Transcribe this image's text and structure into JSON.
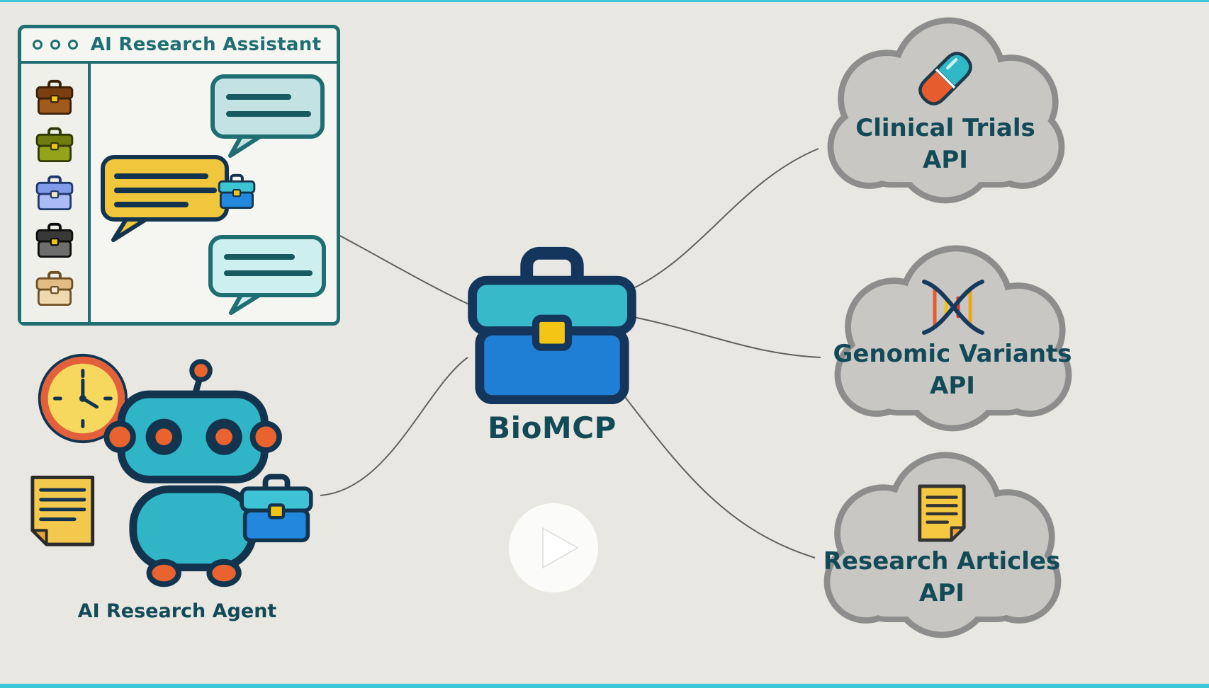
{
  "colors": {
    "bg": "#e9e7e2",
    "edge": "#3cc6d8",
    "label": "#134a57",
    "windowBorder": "#1e6e72",
    "connector": "#4a4a4a",
    "cloudFill": "#c8c7c4",
    "cloudEdge": "#8d8d8d",
    "navy": "#13344f",
    "robotTeal": "#2fb5c5",
    "orange": "#e8632e",
    "yellow": "#f2c94c",
    "bubbleTeal": "#c2e2e4"
  },
  "assistant_window": {
    "title": "AI Research Assistant",
    "sidebar_items": [
      {
        "name": "briefcase-brown-icon",
        "lid": "#7a3f10",
        "body": "#a05a1c",
        "clasp": "#f2c514",
        "outline": "#3a2008"
      },
      {
        "name": "briefcase-olive-icon",
        "lid": "#6f7d0e",
        "body": "#93a31a",
        "clasp": "#f2c514",
        "outline": "#2f3a05"
      },
      {
        "name": "briefcase-periwinkle-icon",
        "lid": "#7f9bea",
        "body": "#a9bcf5",
        "clasp": "#f2e9c0",
        "outline": "#23386e"
      },
      {
        "name": "briefcase-black-icon",
        "lid": "#383838",
        "body": "#6e6e6e",
        "clasp": "#f2c514",
        "outline": "#0e0e0e"
      },
      {
        "name": "briefcase-tan-icon",
        "lid": "#e2bd85",
        "body": "#f0d9b0",
        "clasp": "#f7ead0",
        "outline": "#6e5226"
      }
    ]
  },
  "bubble_briefcase": {
    "lid": "#3ec3d4",
    "body": "#2288dd",
    "clasp": "#f2c514",
    "outline": "#13344f"
  },
  "agent": {
    "label": "AI Research Agent",
    "briefcase": {
      "lid": "#3ec3d4",
      "body": "#2288dd",
      "clasp": "#f2c514",
      "outline": "#13344f"
    }
  },
  "hub": {
    "label": "BioMCP",
    "briefcase": {
      "lid": "#38b9c9",
      "body": "#1f7fd4",
      "clasp": "#f4c515",
      "outline": "#14365c"
    }
  },
  "clouds": [
    {
      "line1": "Clinical Trials",
      "line2": "API",
      "icon": "pill-icon"
    },
    {
      "line1": "Genomic Variants",
      "line2": "API",
      "icon": "dna-icon"
    },
    {
      "line1": "Research Articles",
      "line2": "API",
      "icon": "document-icon"
    }
  ]
}
